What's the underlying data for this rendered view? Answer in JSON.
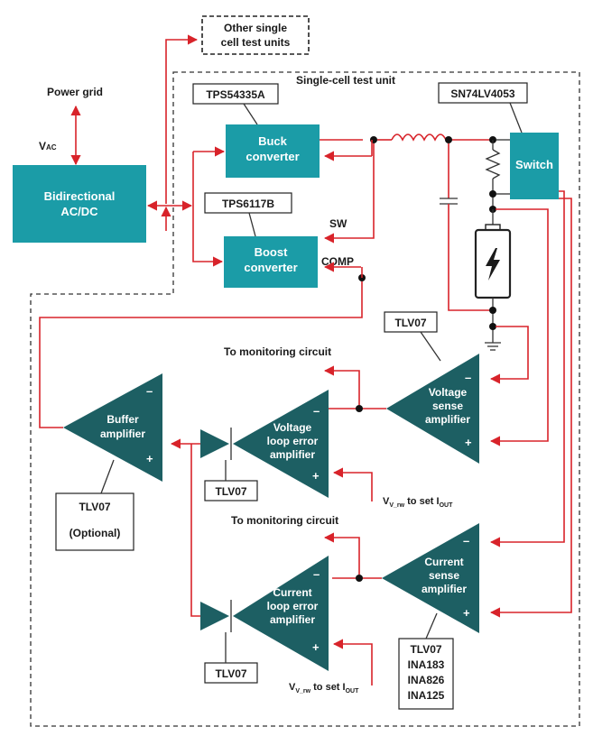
{
  "power_grid": "Power grid",
  "vac": {
    "main": "V",
    "sub": "AC"
  },
  "other_units": {
    "line1": "Other single",
    "line2": "cell test units"
  },
  "single_cell_title": "Single-cell test unit",
  "acdc": {
    "line1": "Bidirectional",
    "line2": "AC/DC"
  },
  "buck": {
    "part": "TPS54335A",
    "line1": "Buck",
    "line2": "converter"
  },
  "boost": {
    "part": "TPS6117B",
    "line1": "Boost",
    "line2": "converter"
  },
  "sw": "SW",
  "comp": "COMP",
  "switch": {
    "part": "SN74LV4053",
    "label": "Switch"
  },
  "voltage_sense": {
    "part": "TLV07",
    "line1": "Voltage",
    "line2": "sense",
    "line3": "amplifier"
  },
  "current_sense": {
    "line1": "Current",
    "line2": "sense",
    "line3": "amplifier",
    "parts": [
      "TLV07",
      "INA183",
      "INA826",
      "INA125"
    ]
  },
  "buffer": {
    "line1": "Buffer",
    "line2": "amplifier",
    "part": "TLV07",
    "note": "(Optional)"
  },
  "voltage_loop": {
    "line1": "Voltage",
    "line2": "loop error",
    "line3": "amplifier",
    "part": "TLV07"
  },
  "current_loop": {
    "line1": "Current",
    "line2": "loop error",
    "line3": "amplifier",
    "part": "TLV07"
  },
  "to_monitoring_1": "To monitoring circuit",
  "to_monitoring_2": "To monitoring circuit",
  "vset_v": {
    "v": "V",
    "vsub": "V_rw",
    "mid": " to set I",
    "isub": "OUT"
  },
  "vset_i": {
    "v": "V",
    "vsub": "V_rw",
    "mid": " to set I",
    "isub": "OUT"
  },
  "minus": "–",
  "plus": "+"
}
